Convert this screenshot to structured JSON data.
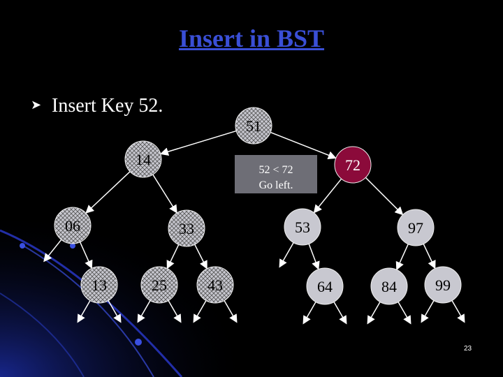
{
  "slide": {
    "title": "Insert in BST",
    "bullet": "Insert Key 52.",
    "slide_number": "23"
  },
  "note": {
    "line1": "52 < 72",
    "line2": "Go left."
  },
  "colors": {
    "title": "#3a4fd6",
    "highlight_node": "#8b0a3a",
    "node_fill": "#c8c8d0",
    "note_bg": "#6e6e76"
  },
  "tree": {
    "nodes": [
      {
        "id": "51",
        "label": "51",
        "style": "hatched"
      },
      {
        "id": "14",
        "label": "14",
        "style": "hatched"
      },
      {
        "id": "72",
        "label": "72",
        "style": "highlight"
      },
      {
        "id": "06",
        "label": "06",
        "style": "hatched"
      },
      {
        "id": "33",
        "label": "33",
        "style": "hatched"
      },
      {
        "id": "53",
        "label": "53",
        "style": "plain"
      },
      {
        "id": "97",
        "label": "97",
        "style": "plain"
      },
      {
        "id": "13",
        "label": "13",
        "style": "hatched"
      },
      {
        "id": "25",
        "label": "25",
        "style": "hatched"
      },
      {
        "id": "43",
        "label": "43",
        "style": "hatched"
      },
      {
        "id": "64",
        "label": "64",
        "style": "plain"
      },
      {
        "id": "84",
        "label": "84",
        "style": "plain"
      },
      {
        "id": "99",
        "label": "99",
        "style": "plain"
      }
    ],
    "edges": [
      [
        "51",
        "14"
      ],
      [
        "51",
        "72"
      ],
      [
        "14",
        "06"
      ],
      [
        "14",
        "33"
      ],
      [
        "72",
        "53"
      ],
      [
        "72",
        "97"
      ],
      [
        "06",
        "13"
      ],
      [
        "33",
        "25"
      ],
      [
        "33",
        "43"
      ],
      [
        "53",
        "64"
      ],
      [
        "97",
        "84"
      ],
      [
        "97",
        "99"
      ]
    ]
  }
}
